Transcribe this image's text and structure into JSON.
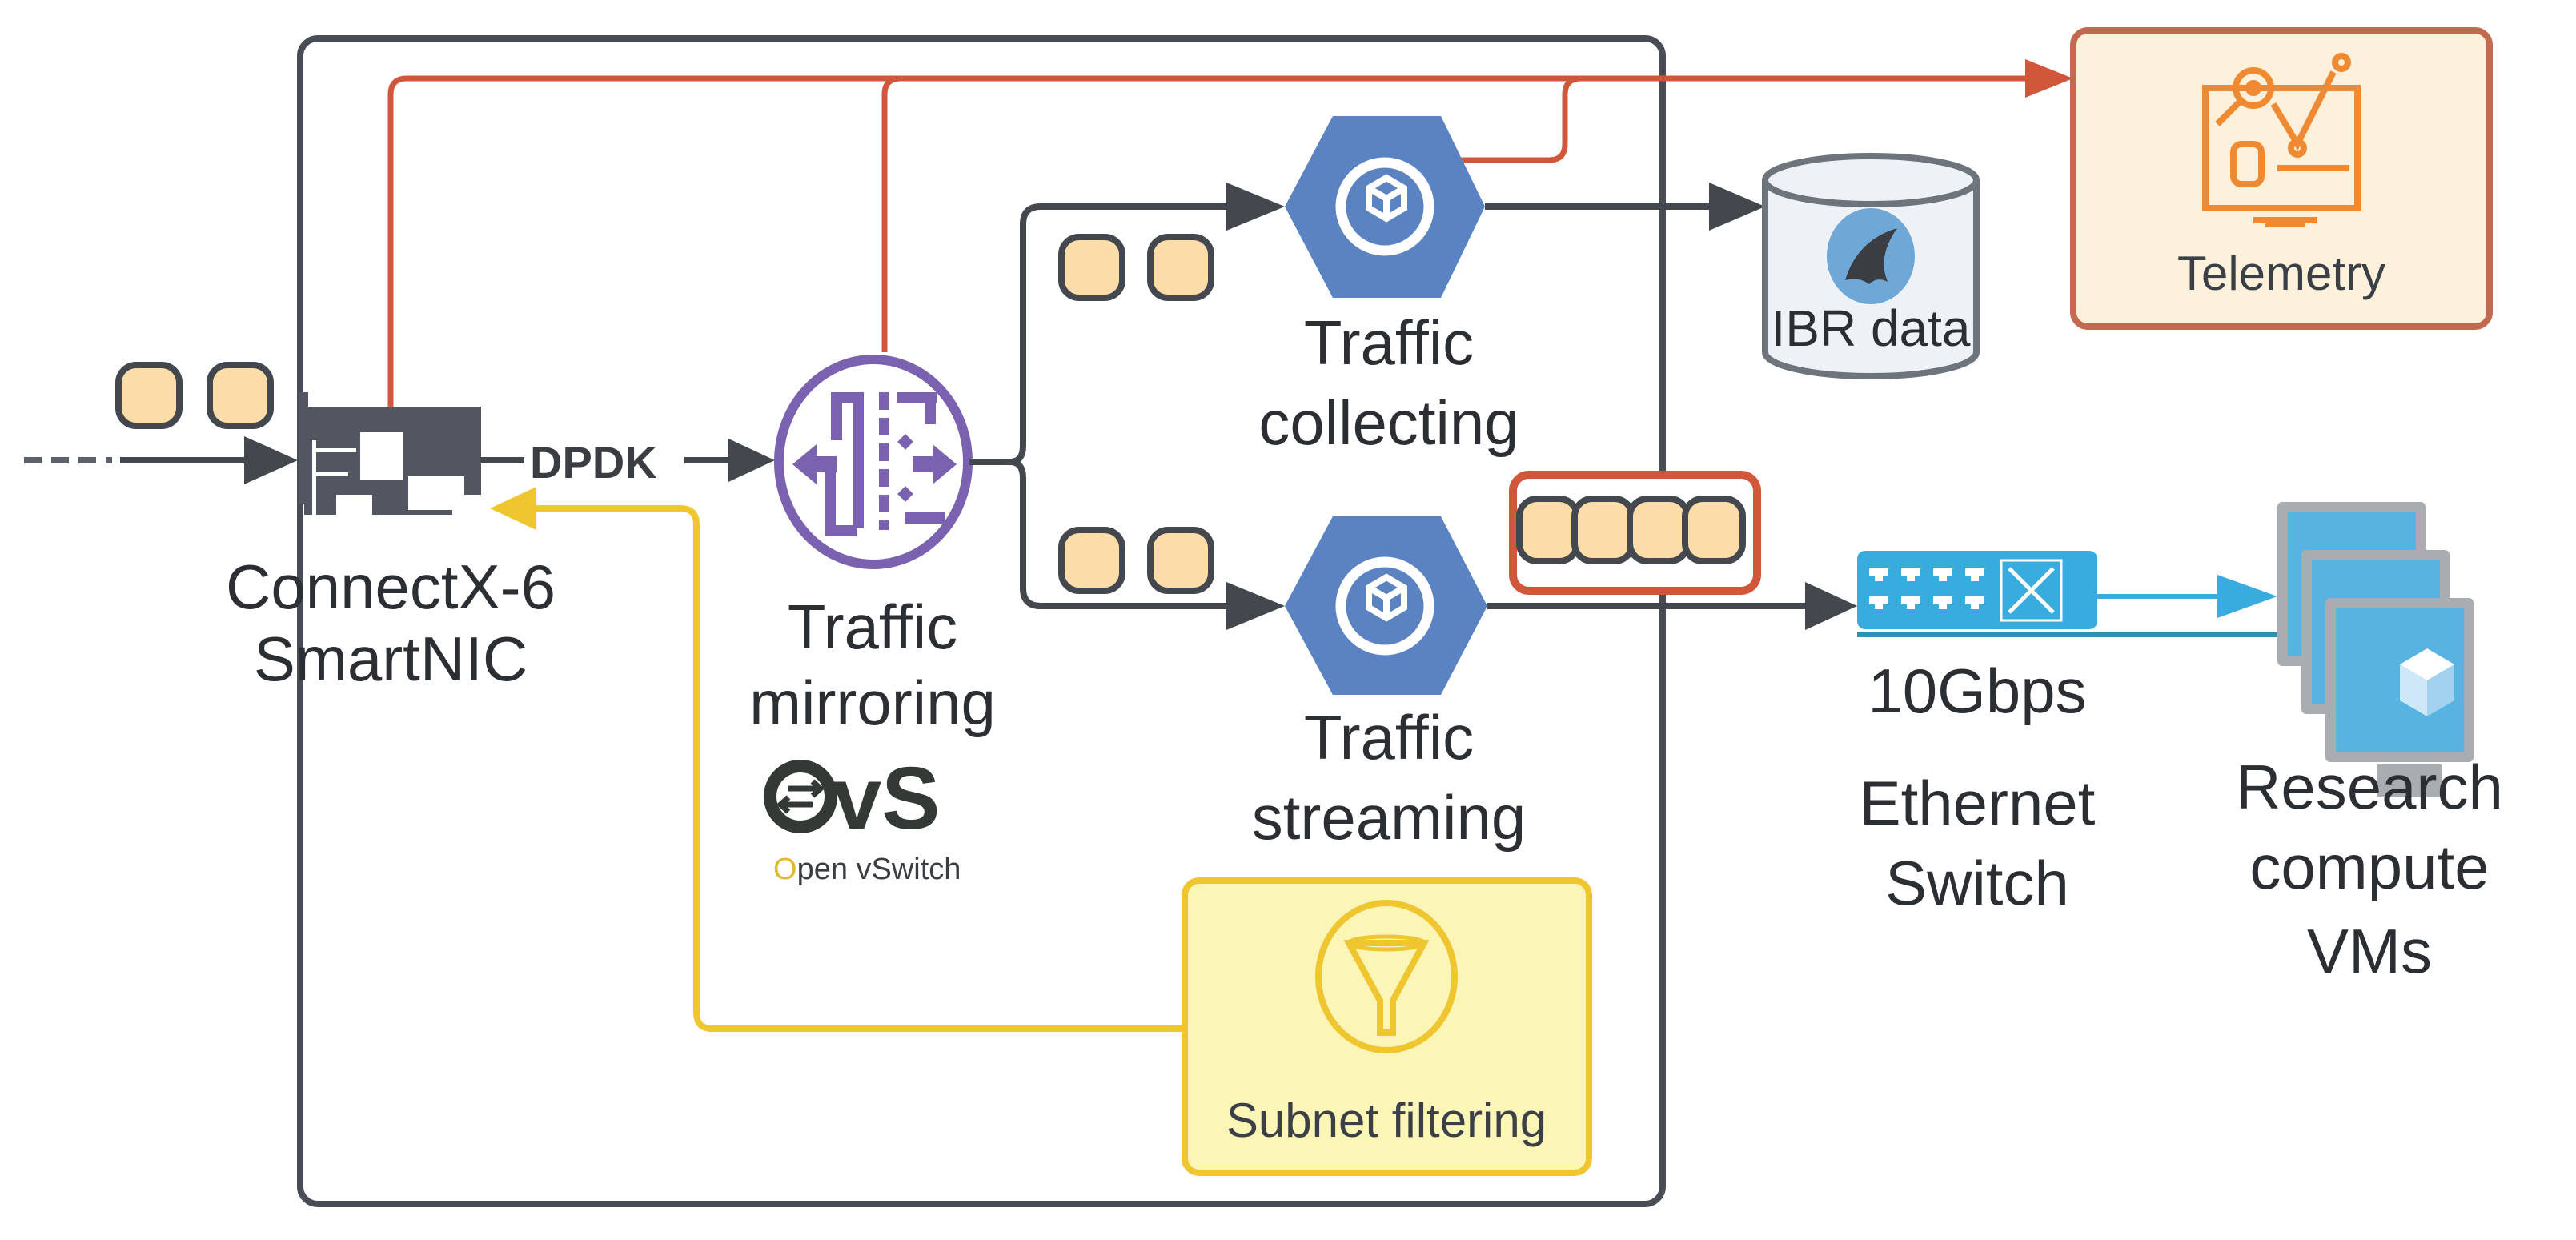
{
  "diagram": {
    "nodes": {
      "nic": {
        "label_line1": "ConnectX-6",
        "label_line2": "SmartNIC"
      },
      "mirroring": {
        "label_line1": "Traffic",
        "label_line2": "mirroring",
        "logo_text": "OvS",
        "logo_subtitle_first": "O",
        "logo_subtitle_rest": "pen vSwitch"
      },
      "collecting": {
        "label_line1": "Traffic",
        "label_line2": "collecting"
      },
      "streaming": {
        "label_line1": "Traffic",
        "label_line2": "streaming"
      },
      "ibr": {
        "label": "IBR data"
      },
      "telemetry": {
        "label": "Telemetry"
      },
      "filter": {
        "label": "Subnet filtering"
      },
      "switch": {
        "label_line1": "10Gbps",
        "label_line2": "Ethernet",
        "label_line3": "Switch"
      },
      "vms": {
        "label_line1": "Research",
        "label_line2": "compute",
        "label_line3": "VMs"
      }
    },
    "edges": {
      "dpdk_label": "DPDK"
    },
    "packet_groups": {
      "ingress_count": 2,
      "collect_count": 2,
      "stream_count": 2,
      "buffer_count": 4
    },
    "colors": {
      "container": "#474c55",
      "telemetry_line": "#d0573a",
      "filter_line": "#f0c630",
      "packet_fill": "#fcdca8",
      "packet_stroke": "#43474e",
      "hexagon": "#5b83c2",
      "mirror": "#7b62b0",
      "switch": "#38acde",
      "telemetry_fill": "#fdf1dc",
      "telemetry_icon": "#f08a32",
      "filter_fill": "#fbf5b6"
    }
  }
}
